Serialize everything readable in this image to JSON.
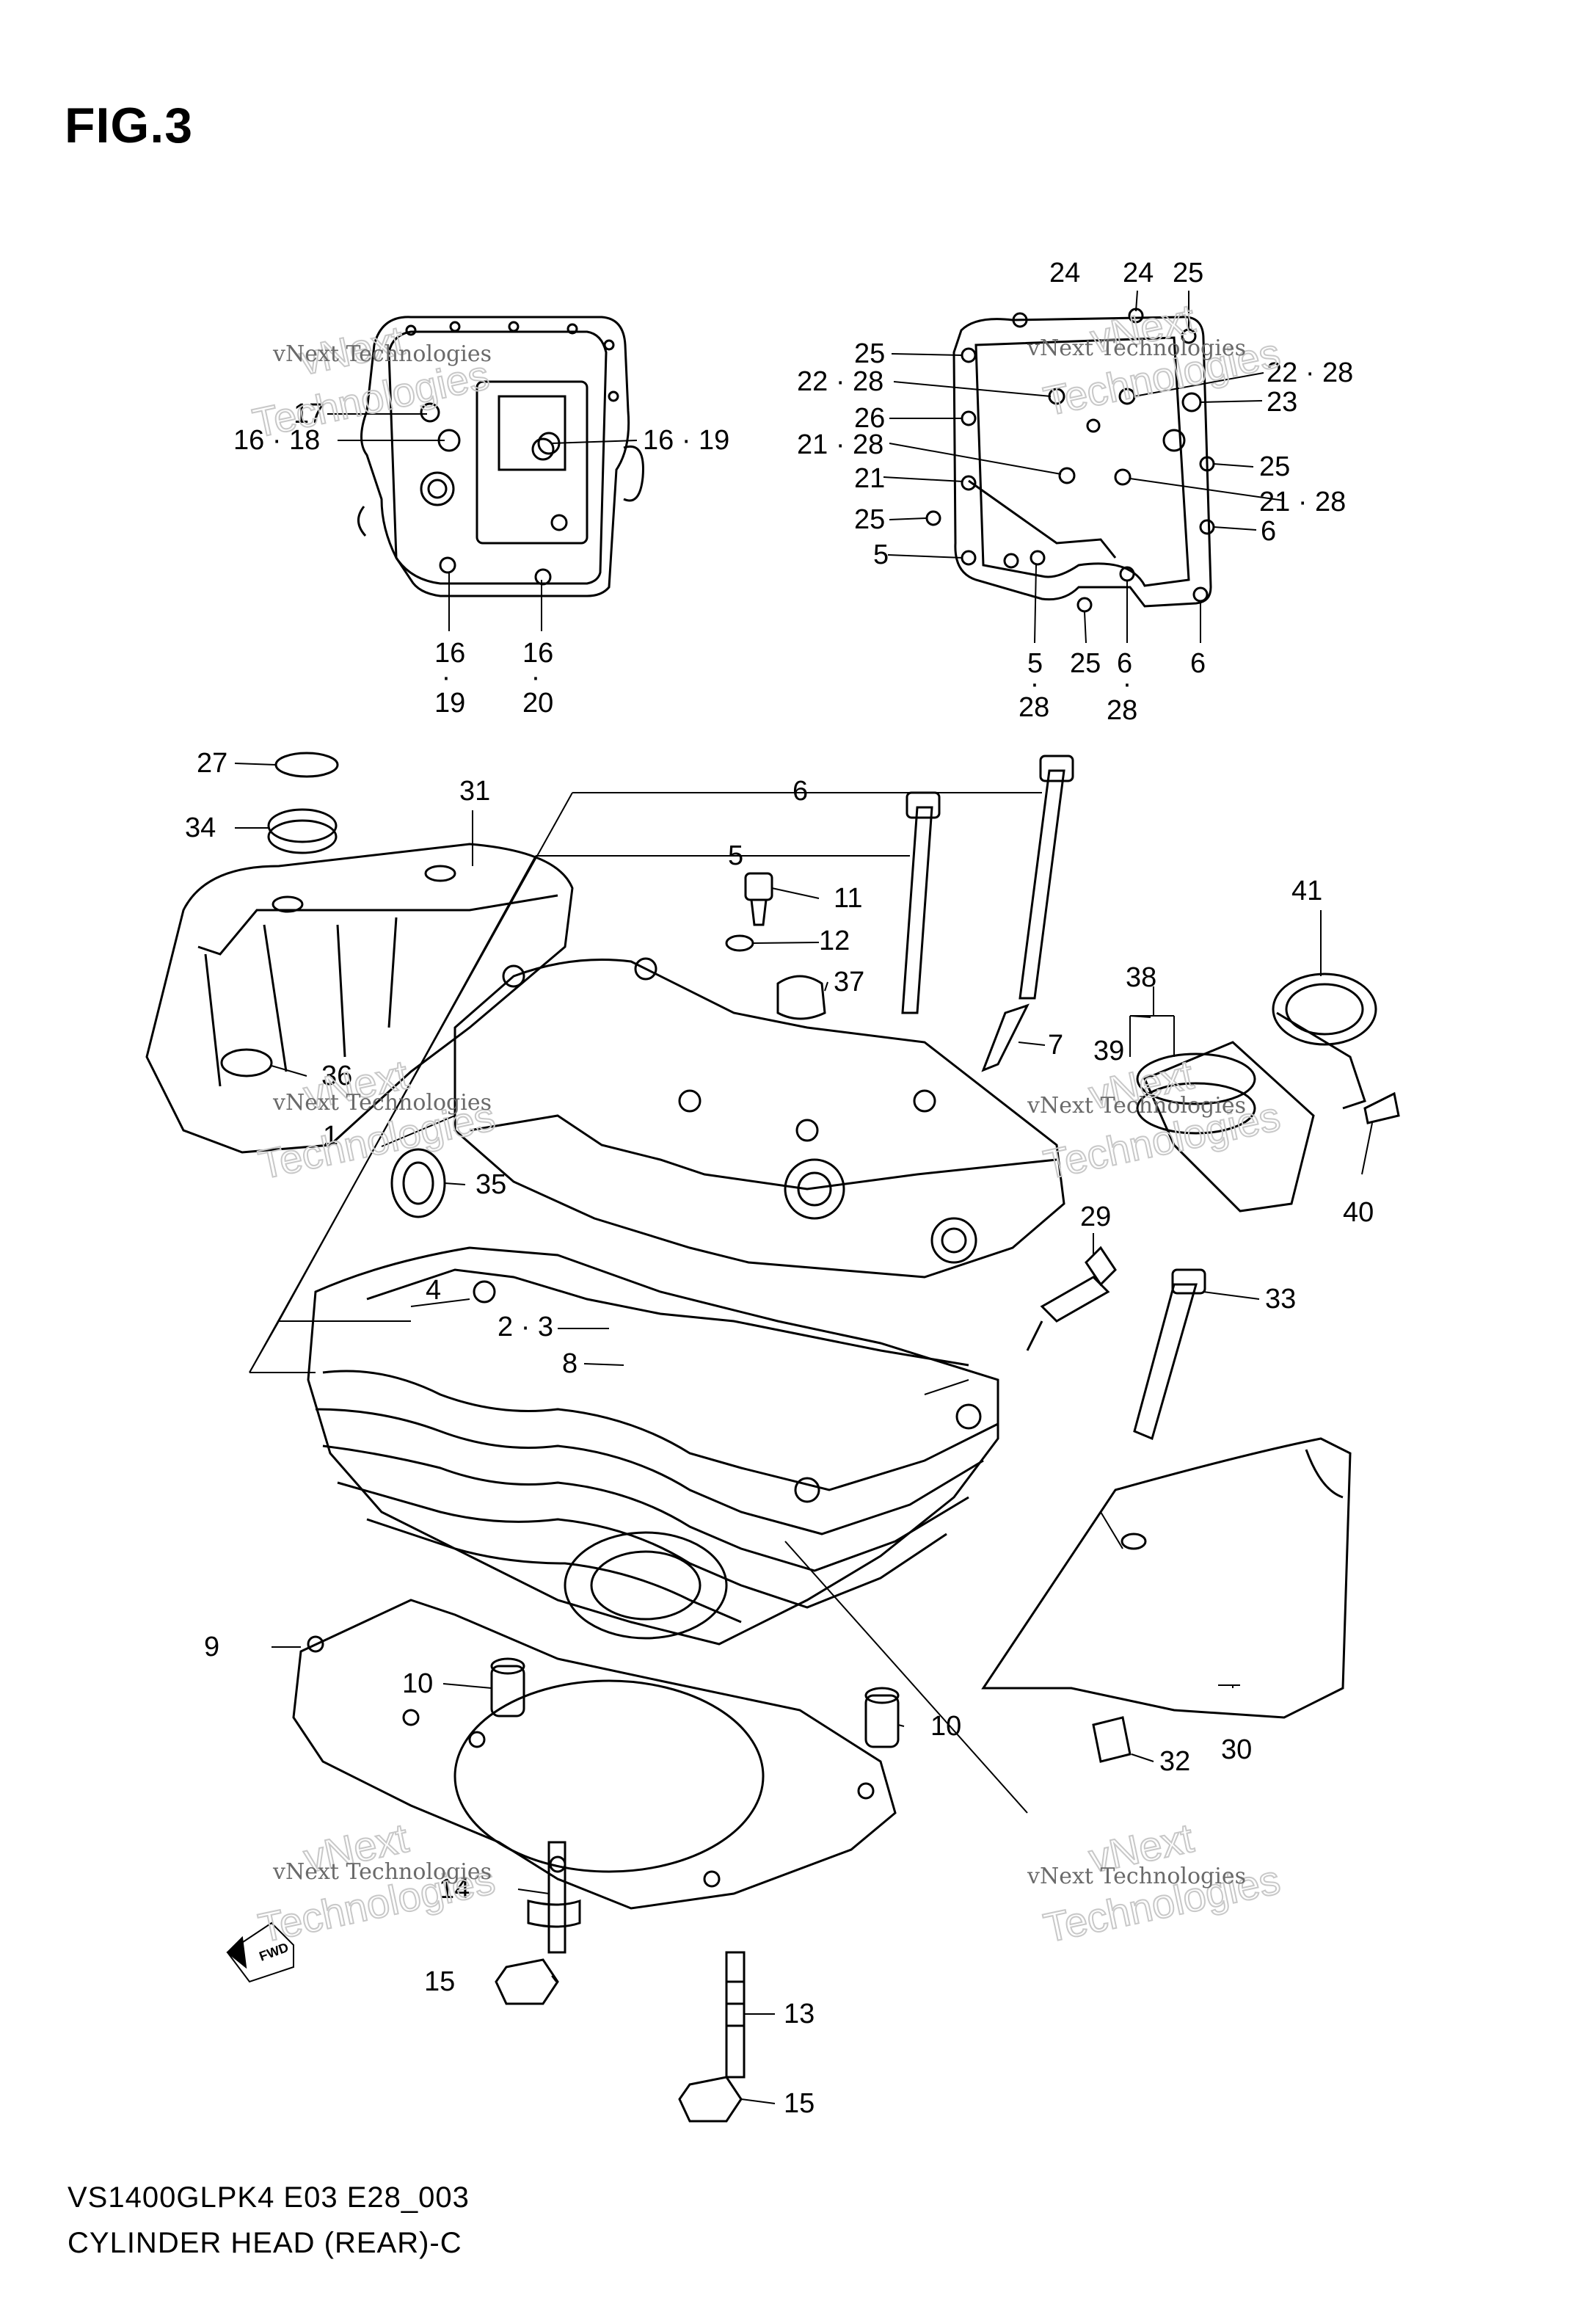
{
  "figure": {
    "title": "FIG.3",
    "model_code": "VS1400GLPK4 E03 E28_003",
    "caption": "CYLINDER HEAD (REAR)-C"
  },
  "watermark": {
    "company": "vNext Technologies",
    "word1": "vNext",
    "word2": "Technologies"
  },
  "fwd_label": "FWD",
  "callouts": {
    "l1": "1",
    "l23": "2 · 3",
    "l4": "4",
    "l5": "5",
    "l6": "6",
    "l7": "7",
    "l8": "8",
    "l9": "9",
    "l10a": "10",
    "l10b": "10",
    "l11": "11",
    "l12": "12",
    "l13": "13",
    "l14": "14",
    "l15a": "15",
    "l15b": "15",
    "l27": "27",
    "l29": "29",
    "l30": "30",
    "l31": "31",
    "l32": "32",
    "l33": "33",
    "l34": "34",
    "l35": "35",
    "l36": "36",
    "l37": "37",
    "l38": "38",
    "l39": "39",
    "l40": "40",
    "l41": "41",
    "i17": "17",
    "i1618": "16 · 18",
    "i1619": "16 · 19",
    "i16a": "16",
    "i19": "19",
    "i16b": "16",
    "i20": "20",
    "c24a": "24",
    "c24b": "24",
    "c25a": "25",
    "c25b": "25",
    "c2228a": "22 · 28",
    "c2228b": "22 · 28",
    "c23": "23",
    "c26": "26",
    "c2128a": "21 · 28",
    "c25c": "25",
    "c21": "21",
    "c2128b": "21 · 28",
    "c25d": "25",
    "c6a": "6",
    "c5": "5",
    "c5b": "5",
    "c28a": "28",
    "c25e": "25",
    "c6b": "6",
    "c28b": "28",
    "c6c": "6"
  }
}
